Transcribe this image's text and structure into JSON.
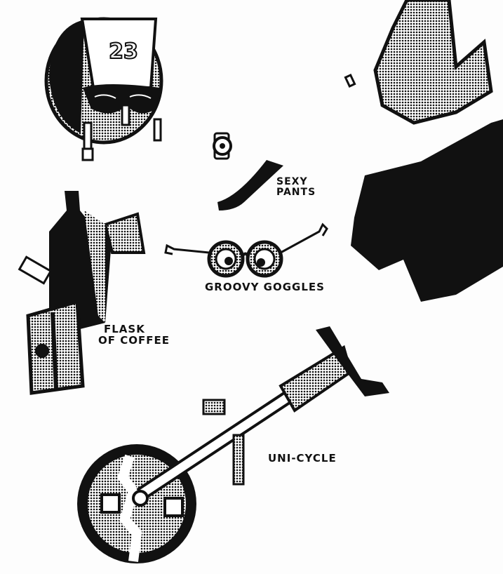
{
  "illustration": {
    "style": "black ink halftone cartoon",
    "colors": {
      "ink": "#111111",
      "paper": "#fdfdfd",
      "halftone": "#9a9a9a"
    },
    "items": [
      {
        "id": "helmet",
        "number": "23"
      },
      {
        "id": "watch"
      },
      {
        "id": "sexy-pants",
        "label_lines": [
          "SEXY",
          "PANTS"
        ]
      },
      {
        "id": "groovy-goggles",
        "label": "GROOVY GOGGLES"
      },
      {
        "id": "flask-of-coffee",
        "label_lines": [
          "FLASK",
          "OF COFFEE"
        ]
      },
      {
        "id": "uni-cycle",
        "label": "UNI-CYCLE"
      },
      {
        "id": "cape-fragment"
      },
      {
        "id": "black-shirt"
      }
    ]
  }
}
